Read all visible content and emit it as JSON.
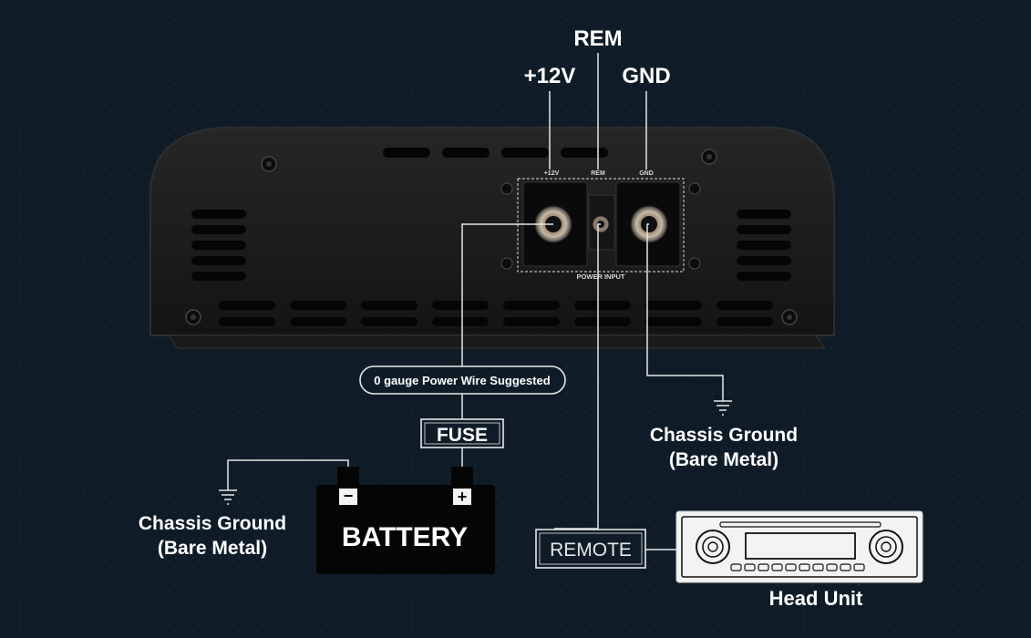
{
  "colors": {
    "background": "#0f1c28",
    "chassis": "#1b1b1b",
    "wire": "#e6e6e6",
    "label": "#ffffff"
  },
  "terminals": {
    "rem": "REM",
    "plus12v": "+12V",
    "gnd": "GND"
  },
  "amp_panel": {
    "plus12v_small": "+12V",
    "rem_small": "REM",
    "gnd_small": "GND",
    "power_input": "POWER INPUT"
  },
  "wire_note": "0 gauge Power Wire Suggested",
  "fuse": "FUSE",
  "battery": {
    "label": "BATTERY",
    "negative": "−",
    "positive": "+"
  },
  "chassis_ground_right": {
    "line1": "Chassis Ground",
    "line2": "(Bare Metal)"
  },
  "chassis_ground_left": {
    "line1": "Chassis Ground",
    "line2": "(Bare Metal)"
  },
  "remote": "REMOTE",
  "head_unit": "Head Unit",
  "icons": [
    "screw-icon",
    "ground-symbol-icon",
    "head-unit-icon",
    "battery-icon"
  ]
}
